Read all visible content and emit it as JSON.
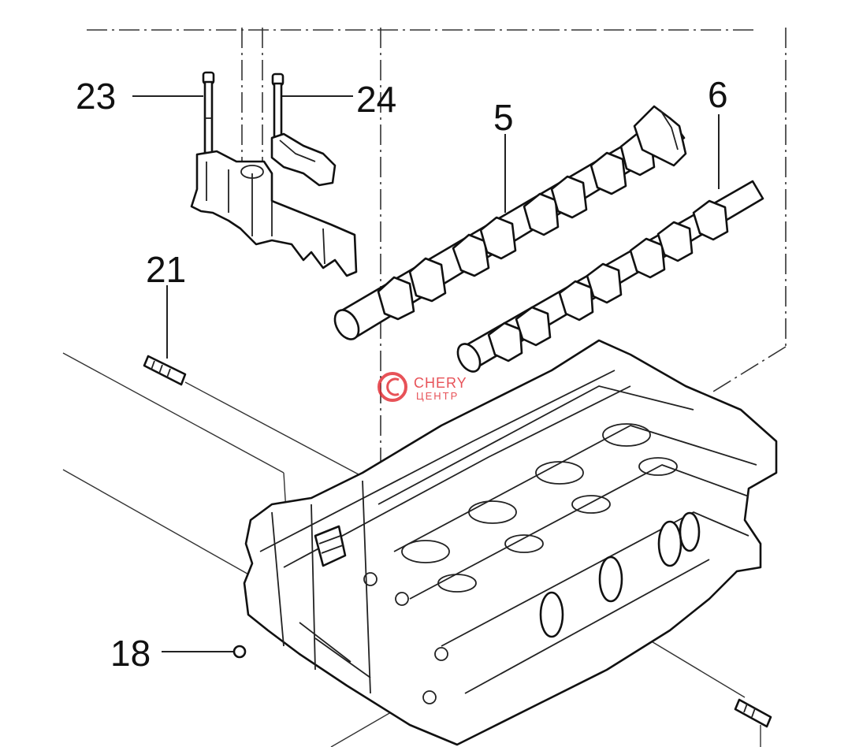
{
  "callouts": {
    "c23": "23",
    "c24": "24",
    "c5": "5",
    "c6": "6",
    "c21": "21",
    "c18": "18"
  },
  "watermark": {
    "brand": "CHERY",
    "subtitle": "ЦЕНТР",
    "color": "#e2272f"
  }
}
